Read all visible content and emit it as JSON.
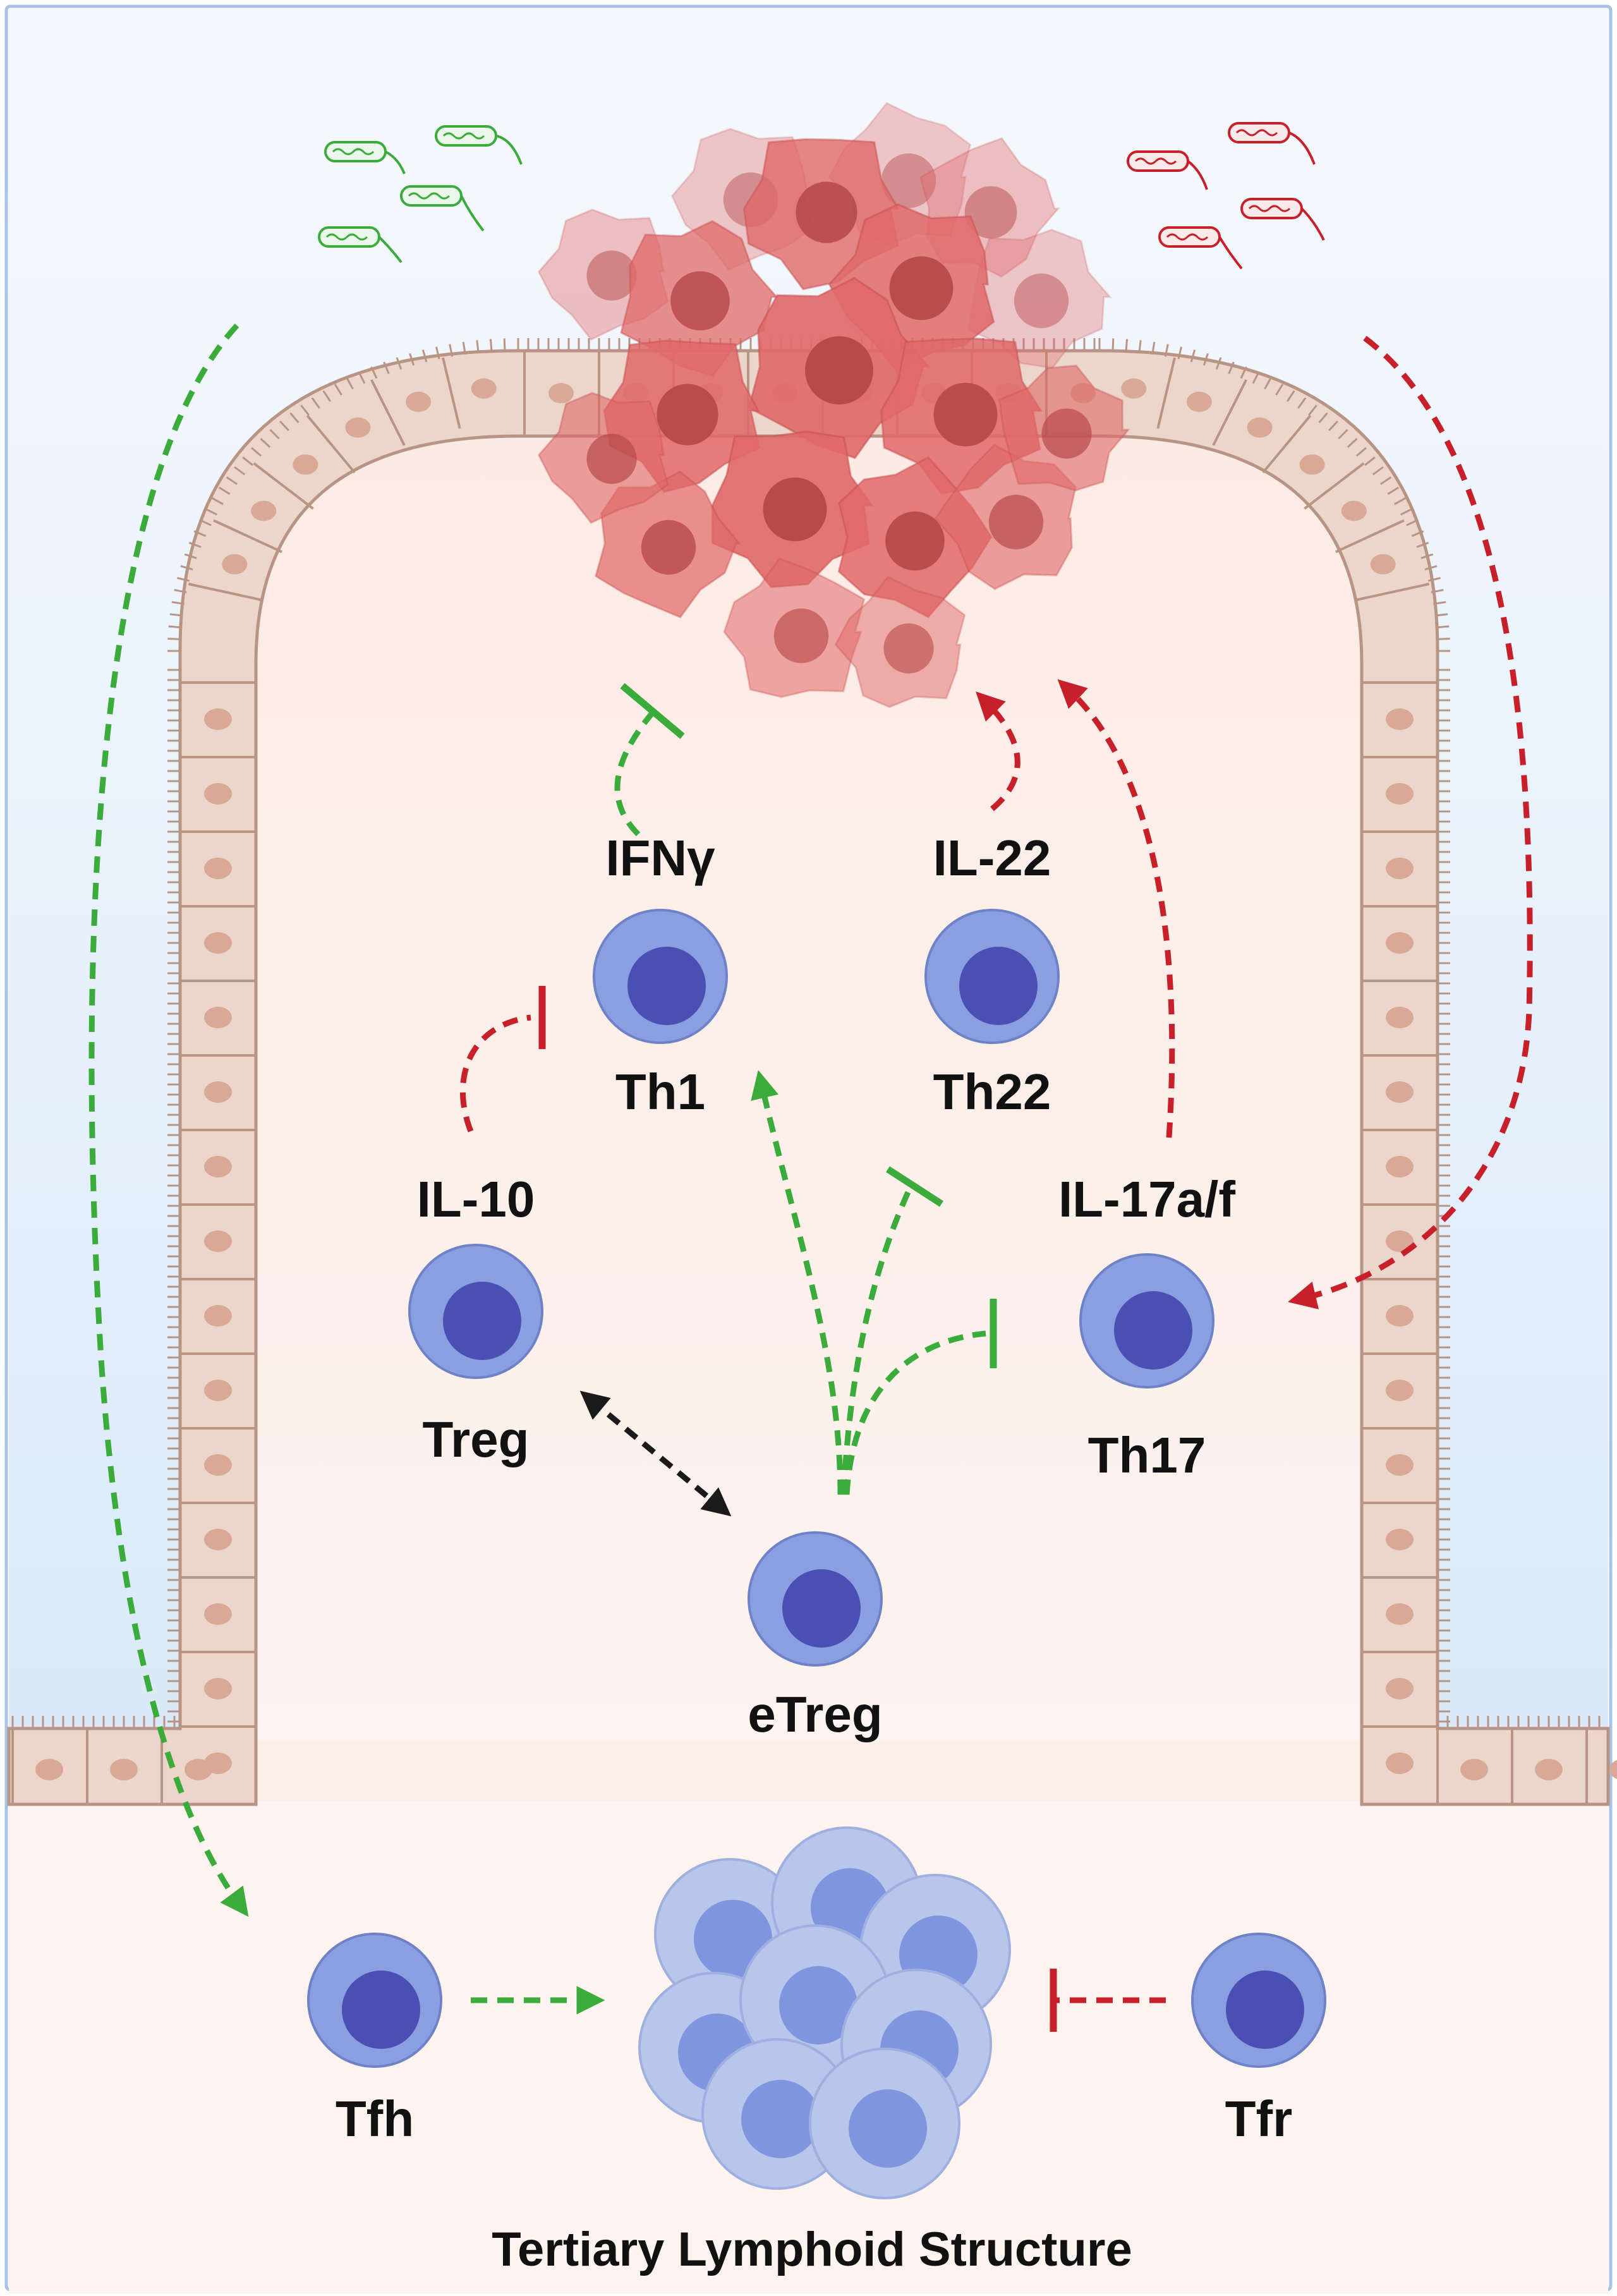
{
  "title": "Tertiary Lymphoid Structure",
  "cytokines": {
    "ifng": "IFNγ",
    "il22": "IL-22",
    "il10": "IL-10",
    "il17": "IL-17a/f"
  },
  "cells": {
    "th1": "Th1",
    "th22": "Th22",
    "treg": "Treg",
    "th17": "Th17",
    "etreg": "eTreg",
    "tfh": "Tfh",
    "tfr": "Tfr"
  },
  "colors": {
    "promote_green": "#3bab3b",
    "pathogenic_red": "#c8202a",
    "bidirectional_black": "#1a1a1a",
    "tumor_red": "#e06060",
    "tcell_outer": "#8a9ee0",
    "tcell_nucleus": "#4a4fb4",
    "epithelium": "#ecd6cb",
    "lumen_blue": "#e4f0fb",
    "lamina_propria": "#fcefea",
    "border": "#a9c3e6"
  },
  "icons": {
    "commensal_bacteria": "green-bacteria-icon",
    "pathogenic_bacteria": "red-bacteria-icon",
    "tumor": "tumor-cell-cluster-icon",
    "t_cell": "t-cell-icon",
    "tls": "tertiary-lymphoid-structure-icon"
  }
}
